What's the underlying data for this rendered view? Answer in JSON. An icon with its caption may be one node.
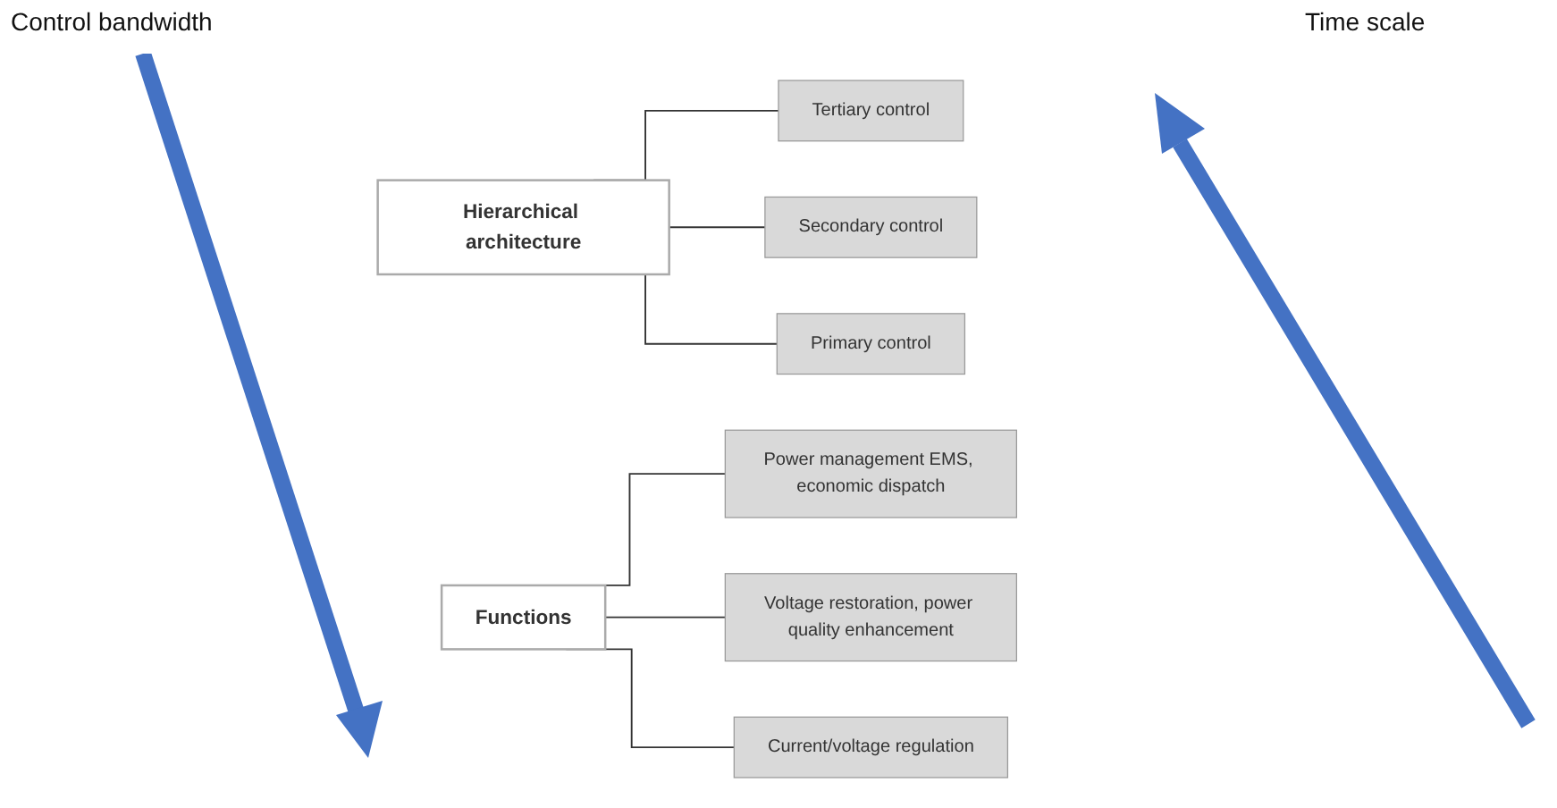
{
  "diagram": {
    "nodes": [
      {
        "text": [
          "Hierarchical architecture"
        ]
      },
      {
        "text": [
          "Tertiary control"
        ]
      },
      {
        "text": [
          "Secondary control"
        ]
      },
      {
        "text": [
          "Primary control"
        ]
      },
      {
        "text": [
          "Functions"
        ]
      },
      {
        "text": [
          "Power management EMS, economic dispatch"
        ]
      },
      {
        "text": [
          "Voltage restoration, power quality enhancement"
        ]
      },
      {
        "text": [
          "Current/voltage regulation"
        ]
      }
    ],
    "edges": [
      {
        "from": 0,
        "to": 1,
        "arrow": "none"
      },
      {
        "from": 0,
        "to": 2,
        "arrow": "none"
      },
      {
        "from": 0,
        "to": 3,
        "arrow": "none"
      },
      {
        "from": 4,
        "to": 5,
        "arrow": "none"
      },
      {
        "from": 4,
        "to": 6,
        "arrow": "none"
      },
      {
        "from": 4,
        "to": 7,
        "arrow": "none"
      }
    ],
    "labels": [
      "Control bandwidth",
      "Time scale"
    ]
  }
}
